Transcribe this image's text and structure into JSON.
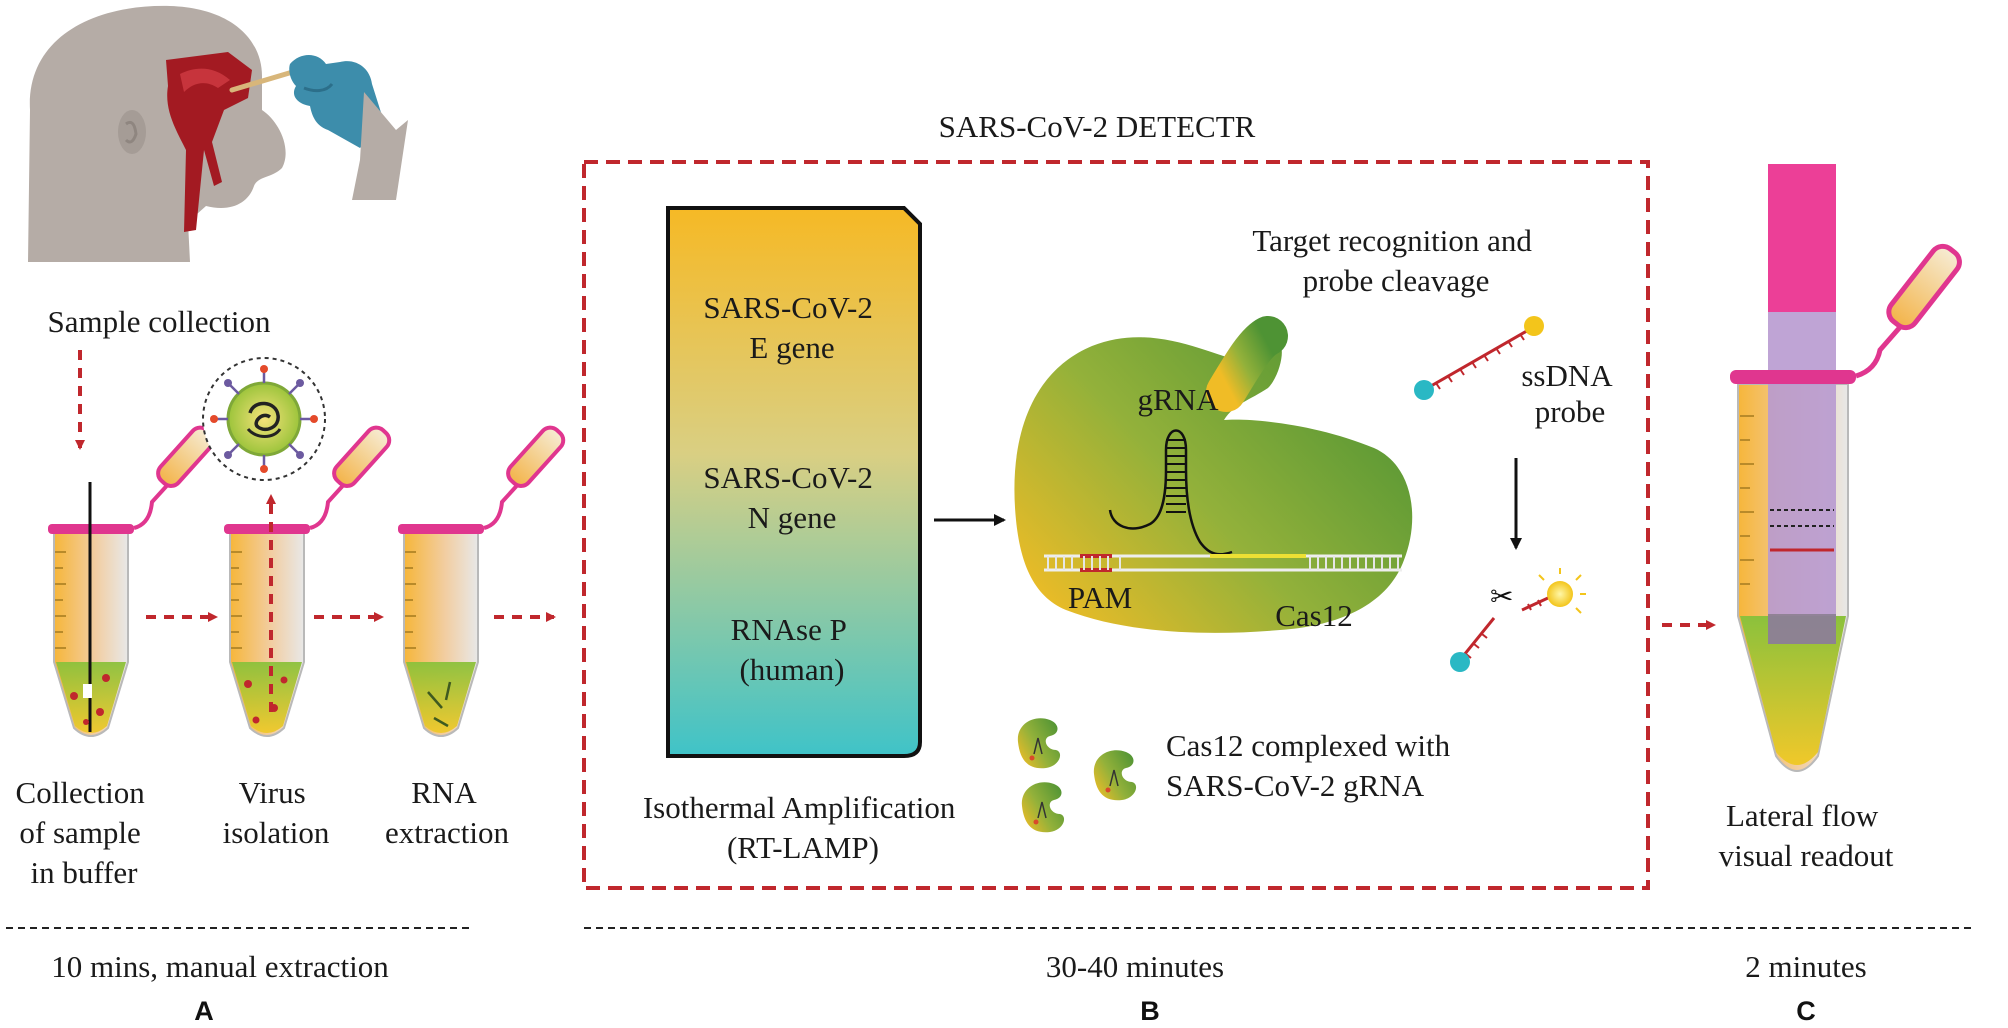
{
  "panels": {
    "a": {
      "letter": "A",
      "sample_collection": "Sample collection",
      "step1": [
        "Collection",
        "of sample",
        "in buffer"
      ],
      "step2": [
        "Virus",
        "isolation"
      ],
      "step3": [
        "RNA",
        "extraction"
      ],
      "timing": "10 mins, manual extraction"
    },
    "b": {
      "letter": "B",
      "title": "SARS-CoV-2 DETECTR",
      "targets": [
        [
          "SARS-CoV-2",
          "E gene"
        ],
        [
          "SARS-CoV-2",
          "N gene"
        ],
        [
          "RNAse P",
          "(human)"
        ]
      ],
      "amplification": [
        "Isothermal Amplification",
        "(RT-LAMP)"
      ],
      "recognition": [
        "Target recognition and",
        "probe cleavage"
      ],
      "grna": "gRNA",
      "pam": "PAM",
      "cas12": "Cas12",
      "probe": [
        "ssDNA",
        "probe"
      ],
      "complex": [
        "Cas12 complexed with",
        "SARS-CoV-2 gRNA"
      ],
      "timing": "30-40 minutes"
    },
    "c": {
      "letter": "C",
      "readout": [
        "Lateral flow",
        "visual readout"
      ],
      "timing": "2 minutes"
    }
  },
  "colors": {
    "accent_red": "#c0272d",
    "tube_pink": "#e0368f",
    "gradient_top": "#f7bb22",
    "gradient_bottom": "#3ec4c9",
    "cas12_green": "#5e9e33",
    "cas12_yellow": "#e8b82a",
    "strip_magenta": "#ec3f97",
    "strip_lavender": "#b89ad0",
    "glove_blue": "#3d8dab",
    "skin_gray": "#b5aca6"
  }
}
